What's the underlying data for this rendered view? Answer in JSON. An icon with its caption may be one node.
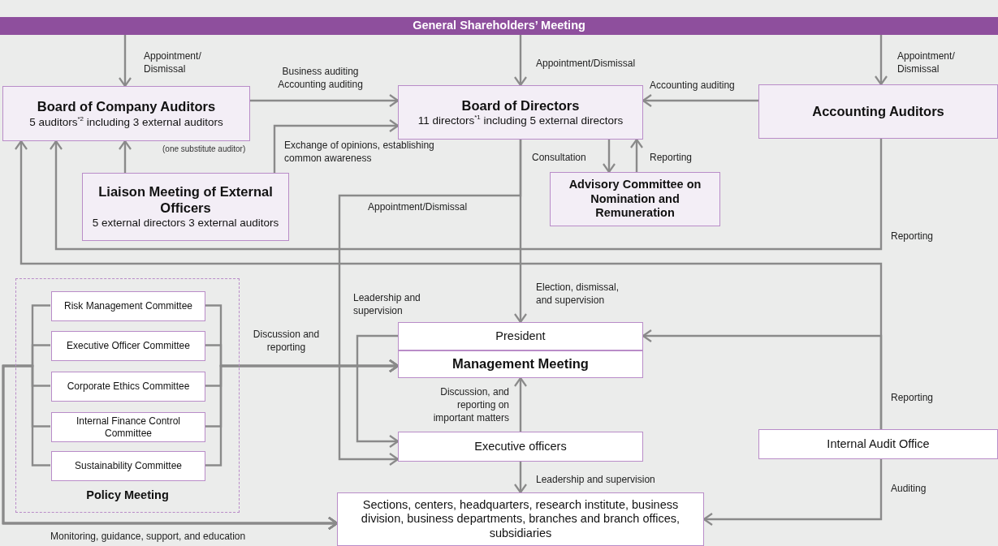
{
  "diagram": {
    "nodes": [
      {
        "text": [
          "General Shareholders’ Meeting"
        ]
      },
      {
        "text": [
          "Board of Company Auditors",
          "5 auditors$^{*2}$ including 3 external auditors"
        ],
        "beside": [
          "(one substitute auditor)"
        ]
      },
      {
        "text": [
          "Board of Directors",
          "11 directors$^{*1}$ including 5 external directors"
        ]
      },
      {
        "text": [
          "Accounting Auditors"
        ]
      },
      {
        "text": [
          "Liaison Meeting of External Officers",
          "5 external directors 3 external auditors"
        ]
      },
      {
        "text": [
          "Advisory Committee on Nomination and Remuneration"
        ]
      },
      {
        "text": [
          "Policy Meeting"
        ]
      },
      {
        "text": [
          "Risk Management Committee"
        ],
        "in": 6
      },
      {
        "text": [
          "Executive Officer Committee"
        ],
        "in": 6
      },
      {
        "text": [
          "Corporate Ethics Committee"
        ],
        "in": 6
      },
      {
        "text": [
          "Internal Finance Control Committee"
        ],
        "in": 6
      },
      {
        "text": [
          "Sustainability Committee"
        ],
        "in": 6
      },
      {
        "text": [
          "President"
        ]
      },
      {
        "text": [
          "Management Meeting"
        ]
      },
      {
        "text": [
          "Executive officers"
        ]
      },
      {
        "text": [
          "Internal Audit Office"
        ]
      },
      {
        "text": [
          "Sections, centers, headquarters, research institute, business division, business departments, branches and branch offices, subsidiaries"
        ]
      }
    ],
    "edges": [
      {
        "from": 0,
        "to": 1,
        "arrow": "to",
        "label": "Appointment/ Dismissal"
      },
      {
        "from": 0,
        "to": 2,
        "arrow": "to",
        "label": "Appointment/Dismissal"
      },
      {
        "from": 0,
        "to": 3,
        "arrow": "to",
        "label": "Appointment/ Dismissal"
      },
      {
        "from": 1,
        "to": 2,
        "arrow": "to",
        "label": "Business auditing Accounting auditing"
      },
      {
        "from": 4,
        "to": 2,
        "arrow": "to",
        "label": "Exchange of opinions, establishing common awareness"
      },
      {
        "from": 3,
        "to": 2,
        "arrow": "to",
        "label": "Accounting auditing"
      },
      {
        "from": 4,
        "to": 1,
        "arrow": "to"
      },
      {
        "from": 2,
        "to": 5,
        "arrow": "to",
        "label": "Consultation"
      },
      {
        "from": 5,
        "to": 2,
        "arrow": "to",
        "label": "Reporting"
      },
      {
        "from": 3,
        "to": 1,
        "arrow": "to",
        "label": "Reporting"
      },
      {
        "from": 15,
        "to": 1,
        "arrow": "to"
      },
      {
        "from": 15,
        "to": 12,
        "arrow": "to",
        "label": "Reporting"
      },
      {
        "from": 2,
        "to": 12,
        "arrow": "to",
        "label": "Election, dismissal, and supervision"
      },
      {
        "from": 2,
        "to": 14,
        "arrow": "to",
        "label": "Appointment/Dismissal"
      },
      {
        "from": 12,
        "to": 14,
        "arrow": "to",
        "label": "Leadership and supervision"
      },
      {
        "from": 14,
        "to": 13,
        "arrow": "to",
        "label": "Discussion, and reporting on important matters"
      },
      {
        "from": 14,
        "to": 16,
        "arrow": "to",
        "label": "Leadership and supervision"
      },
      {
        "from": 15,
        "to": 16,
        "arrow": "to",
        "label": "Auditing"
      },
      {
        "from": 7,
        "to": 13,
        "arrow": "to"
      },
      {
        "from": 8,
        "to": 13,
        "arrow": "to"
      },
      {
        "from": 9,
        "to": 13,
        "arrow": "to",
        "label": "Discussion and reporting"
      },
      {
        "from": 10,
        "to": 13,
        "arrow": "to"
      },
      {
        "from": 11,
        "to": 13,
        "arrow": "to"
      },
      {
        "from": 7,
        "to": 16,
        "arrow": "to"
      },
      {
        "from": 8,
        "to": 16,
        "arrow": "to"
      },
      {
        "from": 9,
        "to": 16,
        "arrow": "to",
        "label": "Monitoring, guidance, support, and education"
      },
      {
        "from": 10,
        "to": 16,
        "arrow": "to"
      },
      {
        "from": 11,
        "to": 16,
        "arrow": "to"
      }
    ]
  }
}
